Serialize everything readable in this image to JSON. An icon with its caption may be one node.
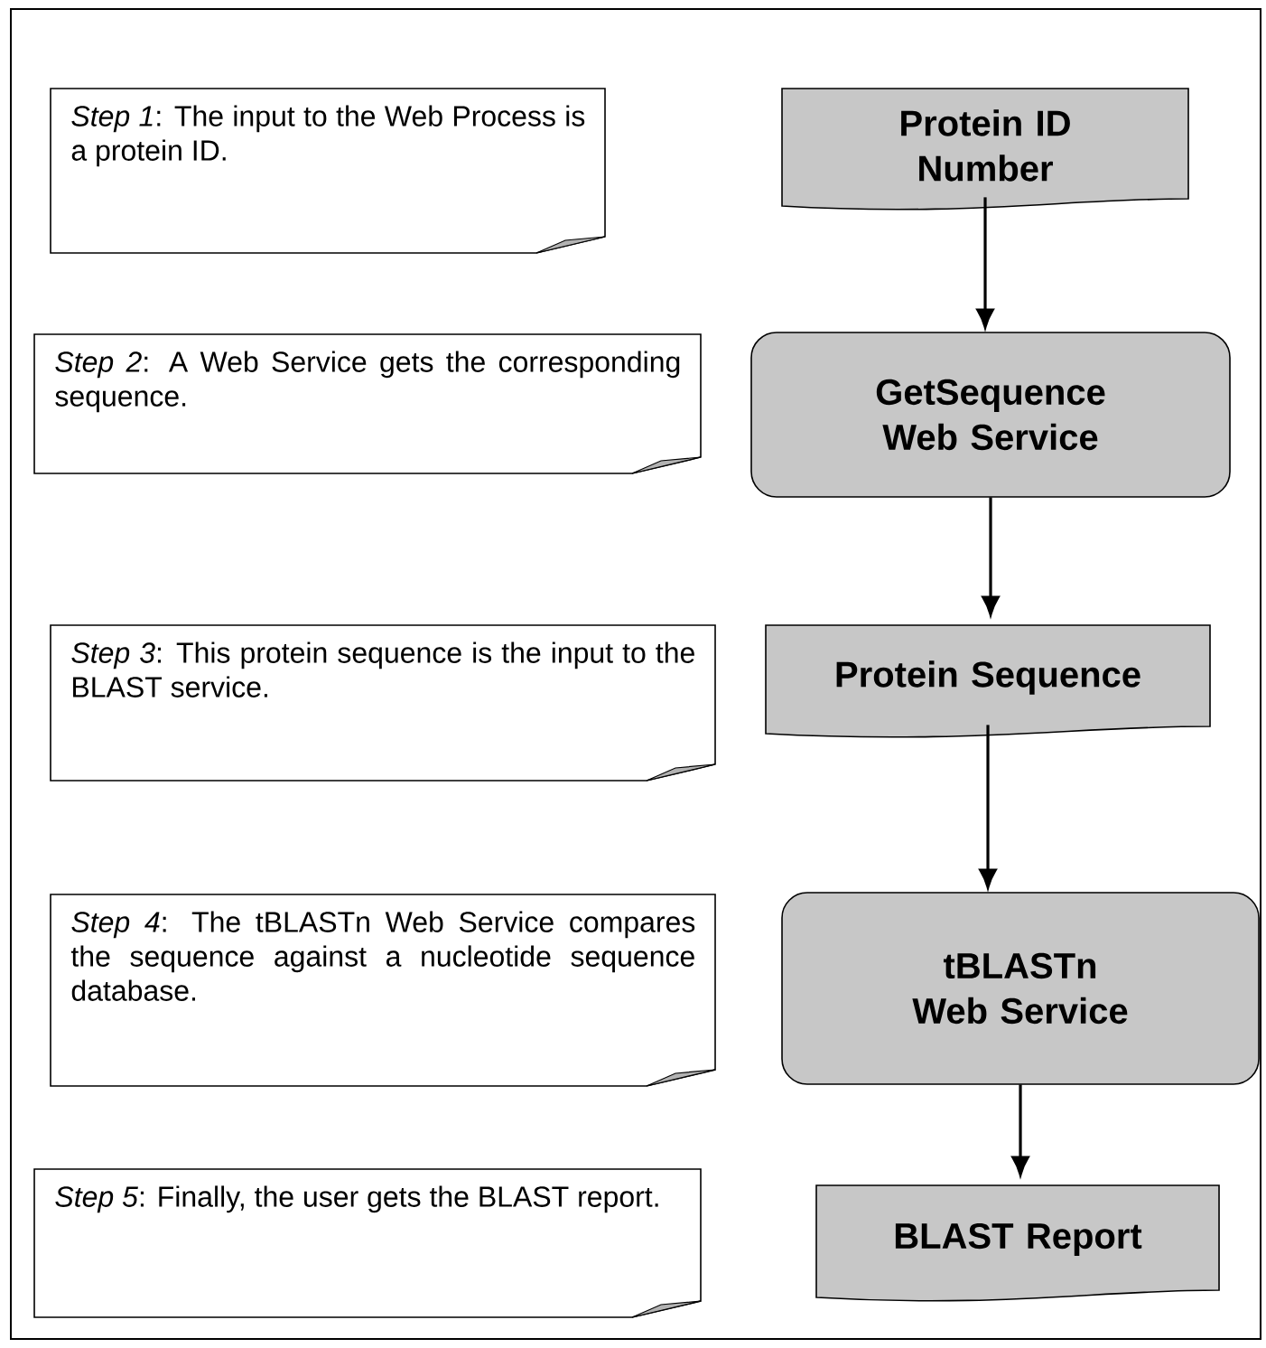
{
  "diagram": {
    "nodes": [
      {
        "text": [
          "*Step 1*: The input to the Web Process is a protein ID."
        ]
      },
      {
        "text": [
          "Protein ID Number"
        ]
      },
      {
        "text": [
          "*Step 2*: A Web Service gets the corresponding sequence."
        ]
      },
      {
        "text": [
          "GetSequence Web Service"
        ]
      },
      {
        "text": [
          "*Step 3*: This protein sequence is the input to the BLAST service."
        ]
      },
      {
        "text": [
          "Protein Sequence"
        ]
      },
      {
        "text": [
          "*Step 4*: The tBLASTn Web Service compares the sequence against a nucleotide sequence database."
        ]
      },
      {
        "text": [
          "tBLASTn Web Service"
        ]
      },
      {
        "text": [
          "*Step 5*: Finally, the user gets the BLAST report."
        ]
      },
      {
        "text": [
          "BLAST Report"
        ]
      }
    ],
    "edges": [
      {
        "from": 1,
        "to": 3,
        "arrow": "to"
      },
      {
        "from": 3,
        "to": 5,
        "arrow": "to"
      },
      {
        "from": 5,
        "to": 7,
        "arrow": "to"
      },
      {
        "from": 7,
        "to": 9,
        "arrow": "to"
      }
    ]
  }
}
